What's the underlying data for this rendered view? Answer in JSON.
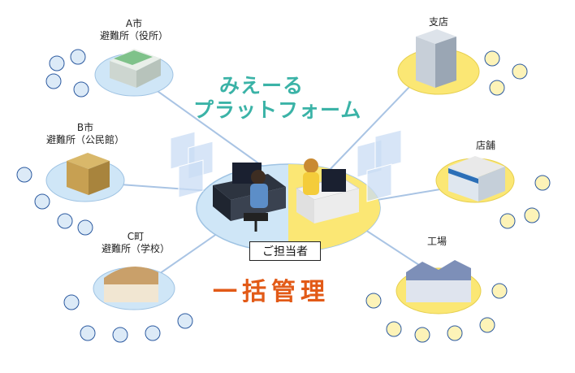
{
  "hub": {
    "label": "ご担当者"
  },
  "platform": {
    "line1": "みえーる",
    "line2": "プラットフォーム"
  },
  "slogan": "一括管理",
  "sites": {
    "a_city": {
      "line1": "A市",
      "line2": "避難所（役所）"
    },
    "b_city": {
      "line1": "B市",
      "line2": "避難所（公民館）"
    },
    "c_town": {
      "line1": "C町",
      "line2": "避難所（学校）"
    },
    "branch": {
      "line1": "支店"
    },
    "store": {
      "line1": "店舗"
    },
    "factory": {
      "line1": "工場"
    }
  },
  "colors": {
    "blue_site": "#cfe6f7",
    "yellow_site": "#fbe774",
    "connector": "#a9c4e4",
    "title_teal": "#3bb3a7",
    "slogan_orange": "#e25a17"
  }
}
